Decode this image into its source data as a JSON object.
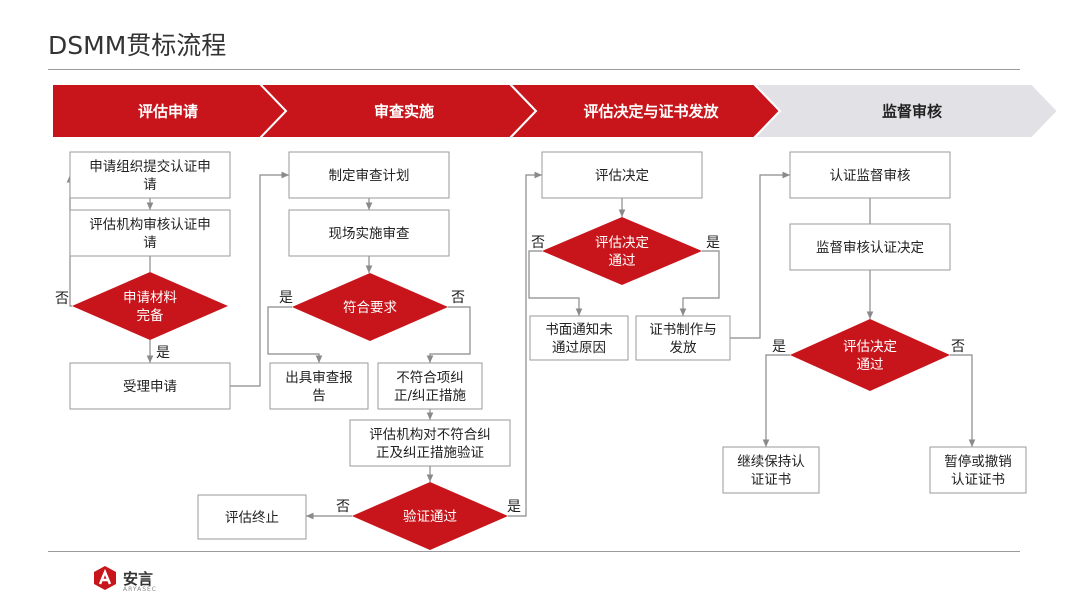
{
  "page": {
    "title": "DSMM贯标流程"
  },
  "colors": {
    "red": "#c8151b",
    "gray_phase": "#e2e2e6",
    "line": "#8a8a8a",
    "text": "#222222"
  },
  "phases": [
    {
      "label": "评估申请"
    },
    {
      "label": "审查实施"
    },
    {
      "label": "评估决定与证书发放"
    },
    {
      "label": "监督审核"
    }
  ],
  "boxes": [
    {
      "id": "b1",
      "lines": [
        "申请组织提交认证申",
        "请"
      ]
    },
    {
      "id": "b2",
      "lines": [
        "评估机构审核认证申",
        "请"
      ]
    },
    {
      "id": "b3",
      "lines": [
        "受理申请"
      ]
    },
    {
      "id": "b4",
      "lines": [
        "制定审查计划"
      ]
    },
    {
      "id": "b5",
      "lines": [
        "现场实施审查"
      ]
    },
    {
      "id": "b6",
      "lines": [
        "出具审查报",
        "告"
      ]
    },
    {
      "id": "b7",
      "lines": [
        "不符合项纠",
        "正/纠正措施"
      ]
    },
    {
      "id": "b8",
      "lines": [
        "评估机构对不符合纠",
        "正及纠正措施验证"
      ]
    },
    {
      "id": "b9",
      "lines": [
        "评估终止"
      ]
    },
    {
      "id": "b10",
      "lines": [
        "评估决定"
      ]
    },
    {
      "id": "b11",
      "lines": [
        "书面通知未",
        "通过原因"
      ]
    },
    {
      "id": "b12",
      "lines": [
        "证书制作与",
        "发放"
      ]
    },
    {
      "id": "b13",
      "lines": [
        "认证监督审核"
      ]
    },
    {
      "id": "b14",
      "lines": [
        "监督审核认证决定"
      ]
    },
    {
      "id": "b15",
      "lines": [
        "继续保持认",
        "证证书"
      ]
    },
    {
      "id": "b16",
      "lines": [
        "暂停或撤销",
        "认证证书"
      ]
    }
  ],
  "decisions": [
    {
      "id": "d1",
      "lines": [
        "申请材料",
        "完备"
      ]
    },
    {
      "id": "d2",
      "lines": [
        "符合要求"
      ]
    },
    {
      "id": "d3",
      "lines": [
        "验证通过"
      ]
    },
    {
      "id": "d4",
      "lines": [
        "评估决定",
        "通过"
      ]
    },
    {
      "id": "d5",
      "lines": [
        "评估决定",
        "通过"
      ]
    }
  ],
  "edge_labels": [
    {
      "id": "l1",
      "text": "否"
    },
    {
      "id": "l2",
      "text": "是"
    },
    {
      "id": "l3",
      "text": "是"
    },
    {
      "id": "l4",
      "text": "否"
    },
    {
      "id": "l5",
      "text": "否"
    },
    {
      "id": "l6",
      "text": "是"
    },
    {
      "id": "l7",
      "text": "否"
    },
    {
      "id": "l8",
      "text": "是"
    },
    {
      "id": "l9",
      "text": "是"
    },
    {
      "id": "l10",
      "text": "否"
    }
  ],
  "logo": {
    "name": "安言",
    "sub": "ARYASEC"
  }
}
